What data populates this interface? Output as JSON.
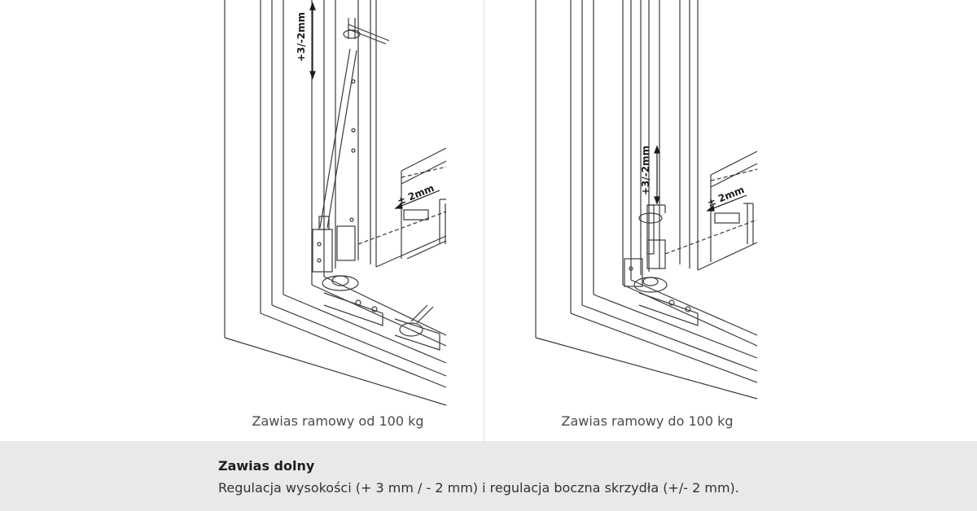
{
  "figures": [
    {
      "caption": "Zawias ramowy od 100 kg",
      "vertical_dimension": "+3/-2mm",
      "horizontal_dimension": "± 2mm"
    },
    {
      "caption": "Zawias ramowy do 100 kg",
      "vertical_dimension": "+3/-2mm",
      "horizontal_dimension": "± 2mm"
    }
  ],
  "footer": {
    "title": "Zawias dolny",
    "description": "Regulacja wysokości (+ 3 mm / - 2 mm) i regulacja boczna skrzydła (+/- 2 mm)."
  }
}
